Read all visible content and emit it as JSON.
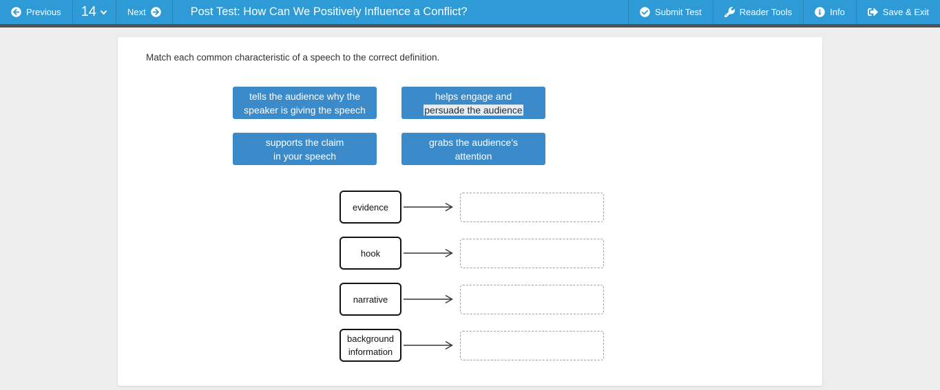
{
  "header": {
    "previous_label": "Previous",
    "question_number": "14",
    "next_label": "Next",
    "title": "Post Test: How Can We Positively Influence a Conflict?",
    "submit_label": "Submit Test",
    "reader_tools_label": "Reader Tools",
    "info_label": "Info",
    "save_exit_label": "Save & Exit"
  },
  "question": {
    "instruction": "Match each common characteristic of a speech to the correct definition.",
    "choices": [
      {
        "line1": "tells the audience why the",
        "line2": "speaker is giving the speech"
      },
      {
        "line1": "helps engage and",
        "line2": "persuade the audience"
      },
      {
        "line1": "supports the claim",
        "line2": "in your speech"
      },
      {
        "line1": "grabs the audience’s",
        "line2": "attention"
      }
    ],
    "terms": [
      "evidence",
      "hook",
      "narrative",
      "background information"
    ]
  },
  "colors": {
    "header_blue": "#2e9bd6",
    "tile_blue": "#3b8ac9",
    "selection_bg": "#e4edf6",
    "strip_gray": "#515153"
  }
}
